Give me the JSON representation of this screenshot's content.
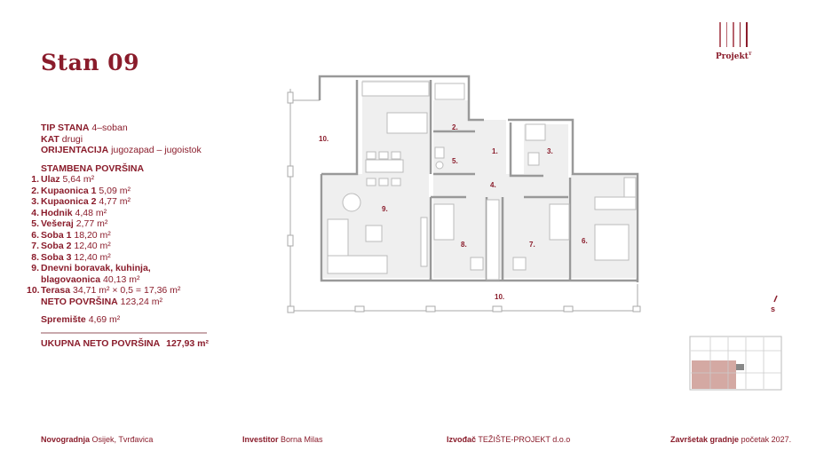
{
  "title": "Stan 09",
  "logo": {
    "text": "Projekt",
    "superscript": "T"
  },
  "info": {
    "tip_label": "TIP STANA",
    "tip_value": "4–soban",
    "kat_label": "KAT",
    "kat_value": "drugi",
    "orijentacija_label": "ORIJENTACIJA",
    "orijentacija_value": "jugozapad – jugoistok"
  },
  "stambena": {
    "heading": "STAMBENA POVRŠINA",
    "rooms": [
      {
        "num": "1.",
        "name": "Ulaz",
        "area": "5,64 m²"
      },
      {
        "num": "2.",
        "name": "Kupaonica 1",
        "area": "5,09 m²"
      },
      {
        "num": "3.",
        "name": "Kupaonica 2",
        "area": "4,77 m²"
      },
      {
        "num": "4.",
        "name": "Hodnik",
        "area": "4,48 m²"
      },
      {
        "num": "5.",
        "name": "Vešeraj",
        "area": "2,77 m²"
      },
      {
        "num": "6.",
        "name": "Soba 1",
        "area": "18,20 m²"
      },
      {
        "num": "7.",
        "name": "Soba 2",
        "area": "12,40 m²"
      },
      {
        "num": "8.",
        "name": "Soba 3",
        "area": "12,40 m²"
      },
      {
        "num": "9.",
        "name": "Dnevni boravak, kuhinja,",
        "name2": "blagovaonica",
        "area": "40,13 m²"
      },
      {
        "num": "10.",
        "name": "Terasa",
        "area": "34,71 m² × 0,5 = 17,36 m²"
      }
    ],
    "neto_label": "NETO POVRŠINA",
    "neto_value": "123,24 m²",
    "spremiste_label": "Spremište",
    "spremiste_value": "4,69 m²",
    "ukupno_label": "UKUPNA NETO POVRŠINA",
    "ukupno_value": "127,93 m²"
  },
  "plan_labels": {
    "r1": "1.",
    "r2": "2.",
    "r3": "3.",
    "r4": "4.",
    "r5": "5.",
    "r6": "6.",
    "r7": "7.",
    "r8": "8.",
    "r9": "9.",
    "r10a": "10.",
    "r10b": "10."
  },
  "north": "S",
  "footer": {
    "novogradnja_label": "Novogradnja",
    "novogradnja_value": "Osijek, Tvrđavica",
    "investitor_label": "Investitor",
    "investitor_value": "Borna Milas",
    "izvodac_label": "Izvođač",
    "izvodac_value": "TEŽIŠTE-PROJEKT d.o.o",
    "zavrsetak_label": "Završetak gradnje",
    "zavrsetak_value": "početak 2027."
  },
  "colors": {
    "brand": "#8a1c2b",
    "highlight": "#d4a9a3",
    "room_fill": "#efefef"
  }
}
